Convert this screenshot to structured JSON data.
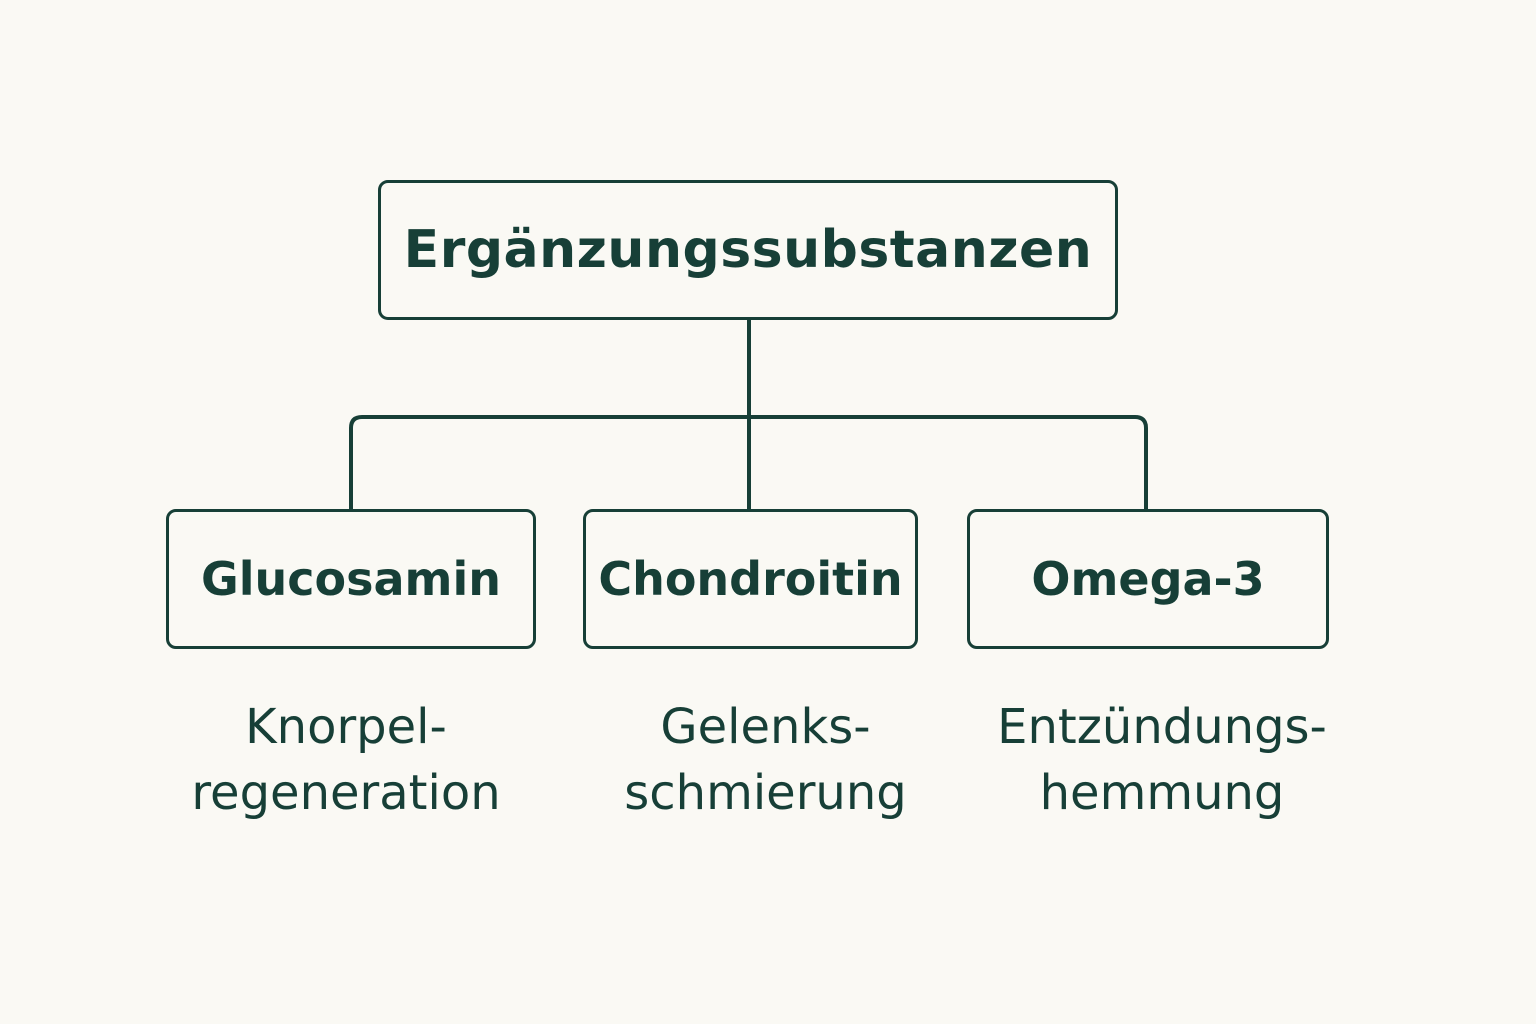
{
  "colors": {
    "background": "#faf9f4",
    "ink": "#173f37"
  },
  "root": {
    "label": "Ergänzungssubstanzen"
  },
  "children": [
    {
      "label": "Glucosamin",
      "description": [
        "Knorpel-",
        "regeneration"
      ]
    },
    {
      "label": "Chondroitin",
      "description": [
        "Gelenks-",
        "schmierung"
      ]
    },
    {
      "label": "Omega-3",
      "description": [
        "Entzündungs-",
        "hemmung"
      ]
    }
  ]
}
